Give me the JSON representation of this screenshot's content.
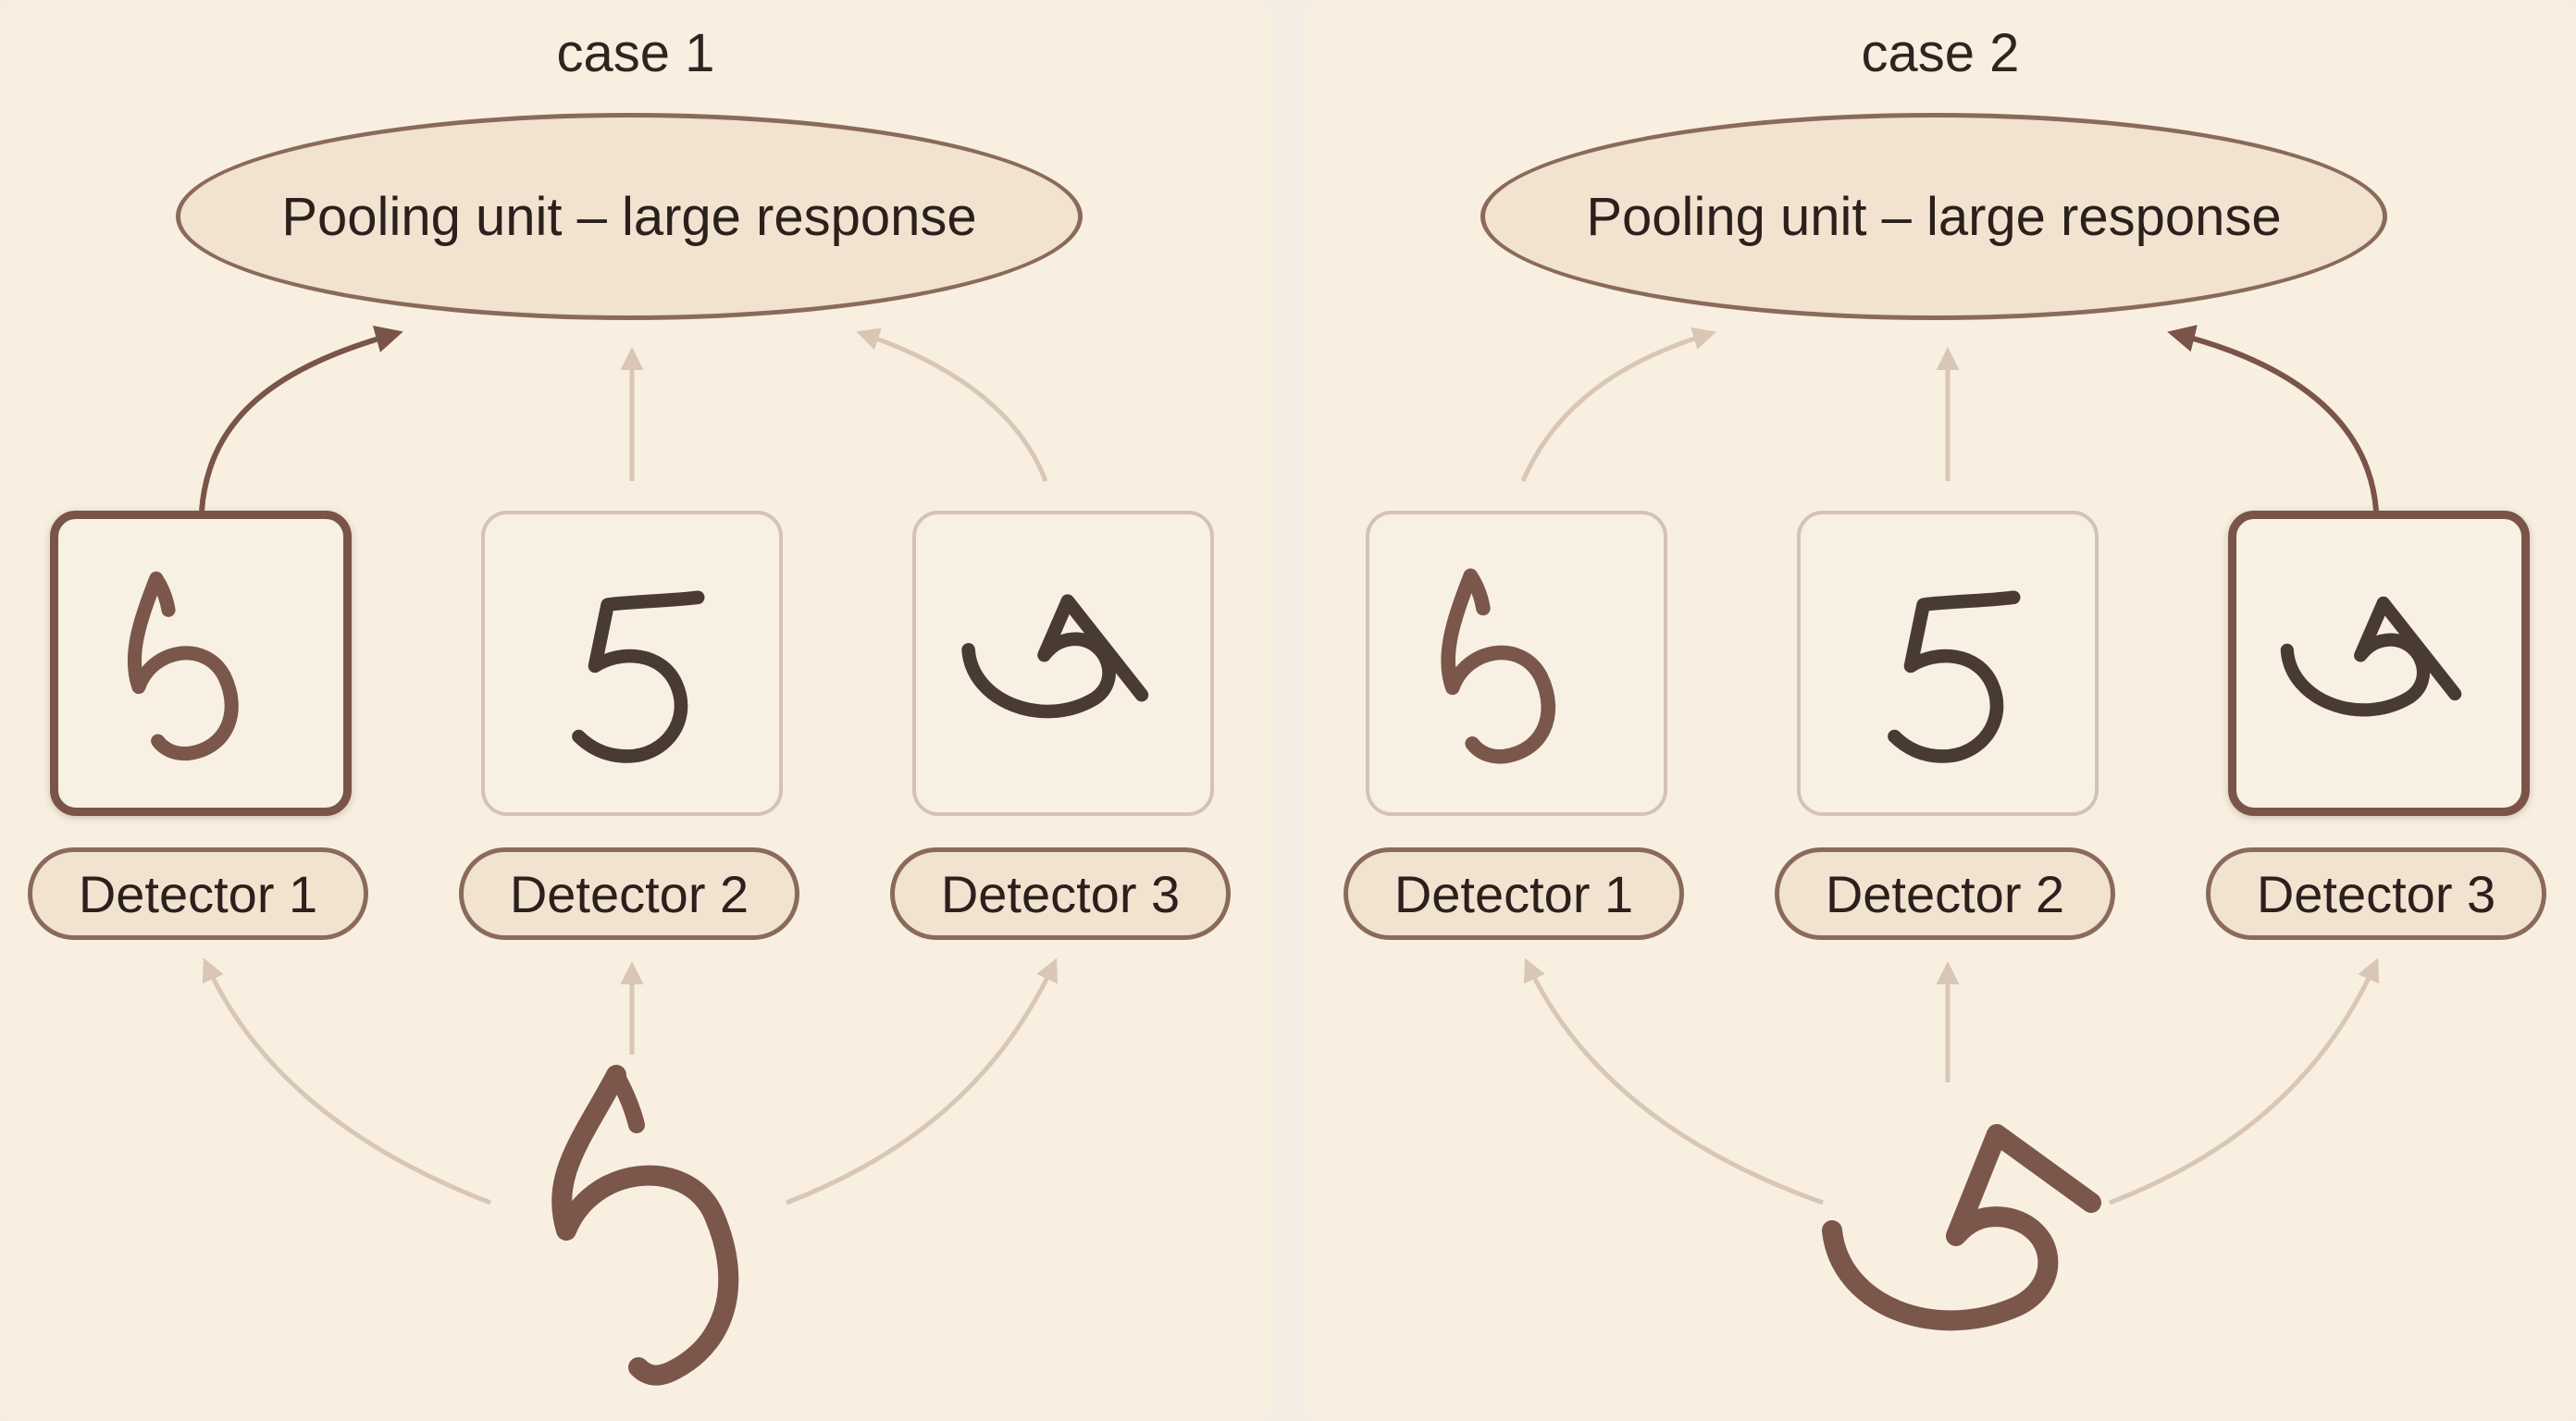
{
  "panels": [
    {
      "title": "case 1",
      "pool_label": "Pooling unit – large response",
      "detectors": [
        "Detector 1",
        "Detector 2",
        "Detector 3"
      ],
      "active_detector": 1
    },
    {
      "title": "case 2",
      "pool_label": "Pooling unit – large response",
      "detectors": [
        "Detector 1",
        "Detector 2",
        "Detector 3"
      ],
      "active_detector": 3
    }
  ],
  "colors": {
    "background": "#f8efe1",
    "active_stroke": "#7a5448",
    "faint_arrow": "#d9c6b4",
    "digit_ink": "#7a574a"
  },
  "icons": [
    "digit-five-icon",
    "arrow-icon"
  ]
}
